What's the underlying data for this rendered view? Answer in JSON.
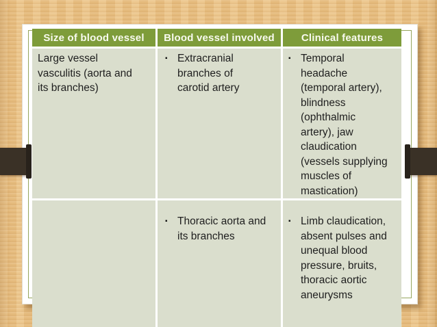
{
  "table": {
    "bullet_char": "▪",
    "headers": [
      "Size of blood vessel",
      "Blood vessel involved",
      "Clinical features"
    ],
    "rows": [
      {
        "size": "Large vessel\nvasculitis (aorta and\nits branches)",
        "vessel": "Extracranial\nbranches of\ncarotid artery",
        "features": "Temporal\nheadache\n(temporal artery),\nblindness\n(ophthalmic\nartery), jaw\nclaudication\n(vessels supplying\nmuscles of\nmastication)"
      },
      {
        "size": "",
        "vessel": "Thoracic aorta and\nits branches",
        "features": "Limb claudication,\nabsent pulses and\nunequal blood\npressure, bruits,\nthoracic aortic\naneurysms"
      }
    ]
  },
  "colors": {
    "header_bg": "#7e9c3a",
    "header_text": "#f8faef",
    "cell_bg": "#dadecd",
    "body_text": "#1e1e1e",
    "frame_olive": "#95a55c",
    "card_white": "#ffffff",
    "ribbon_brown": "#3a3126",
    "ribbon_cap": "#28221b",
    "background_wood": "#e9c084"
  }
}
